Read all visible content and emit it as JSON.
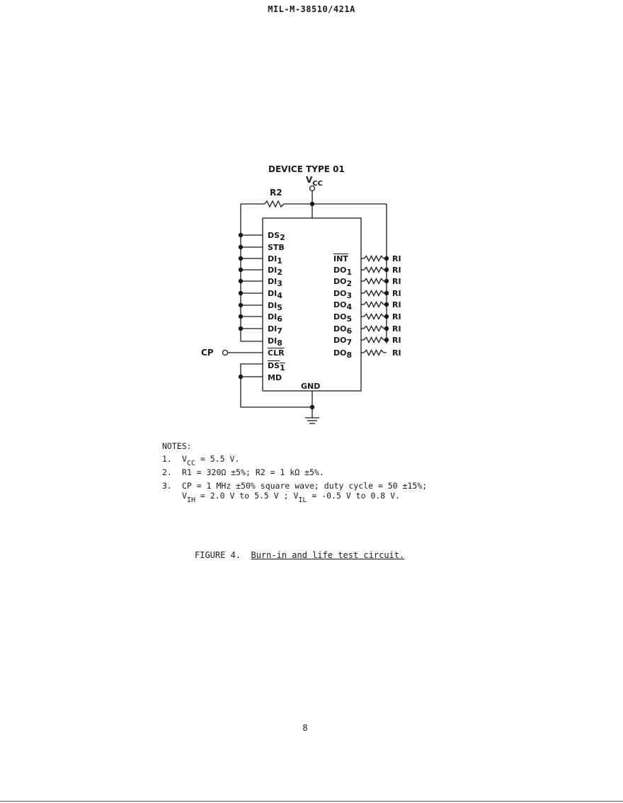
{
  "header": {
    "doc_number": "MIL-M-38510/421A"
  },
  "figure": {
    "device_type": "DEVICE TYPE 01",
    "vcc_label": "V",
    "vcc_sub": "CC",
    "r2_label": "R2",
    "cp_label": "CP",
    "gnd_label": "GND",
    "left_pins": [
      {
        "main": "DS",
        "sub": "2"
      },
      {
        "main": "STB",
        "sub": ""
      },
      {
        "main": "DI",
        "sub": "1"
      },
      {
        "main": "DI",
        "sub": "2"
      },
      {
        "main": "DI",
        "sub": "3"
      },
      {
        "main": "DI",
        "sub": "4"
      },
      {
        "main": "DI",
        "sub": "5"
      },
      {
        "main": "DI",
        "sub": "6"
      },
      {
        "main": "DI",
        "sub": "7"
      },
      {
        "main": "DI",
        "sub": "8"
      },
      {
        "main": "CLR",
        "sub": ""
      },
      {
        "main": "DS",
        "sub": "1"
      },
      {
        "main": "MD",
        "sub": ""
      }
    ],
    "right_pins": [
      {
        "main": "INT",
        "sub": ""
      },
      {
        "main": "DO",
        "sub": "1"
      },
      {
        "main": "DO",
        "sub": "2"
      },
      {
        "main": "DO",
        "sub": "3"
      },
      {
        "main": "DO",
        "sub": "4"
      },
      {
        "main": "DO",
        "sub": "5"
      },
      {
        "main": "DO",
        "sub": "6"
      },
      {
        "main": "DO",
        "sub": "7"
      },
      {
        "main": "DO",
        "sub": "8"
      }
    ],
    "resistor_label": "RI"
  },
  "notes": {
    "title": "NOTES:",
    "n1": {
      "num": "1.",
      "a": "V",
      "a_sub": "CC",
      "b": " = 5.5 V."
    },
    "n2": {
      "num": "2.",
      "text": "R1 = 320Ω ±5%; R2 = 1 kΩ ±5%."
    },
    "n3": {
      "num": "3.",
      "line1": "CP = 1 MHz ±50% square wave; duty cycle = 50 ±15%;",
      "a": "V",
      "a_sub": "IH",
      "b": " = 2.0 V to 5.5 V ; V",
      "b_sub": "IL",
      "c": " = -0.5 V to 0.8 V."
    }
  },
  "caption": {
    "label": "FIGURE 4.",
    "title": "Burn-in and life test circuit."
  },
  "page_number": "8"
}
